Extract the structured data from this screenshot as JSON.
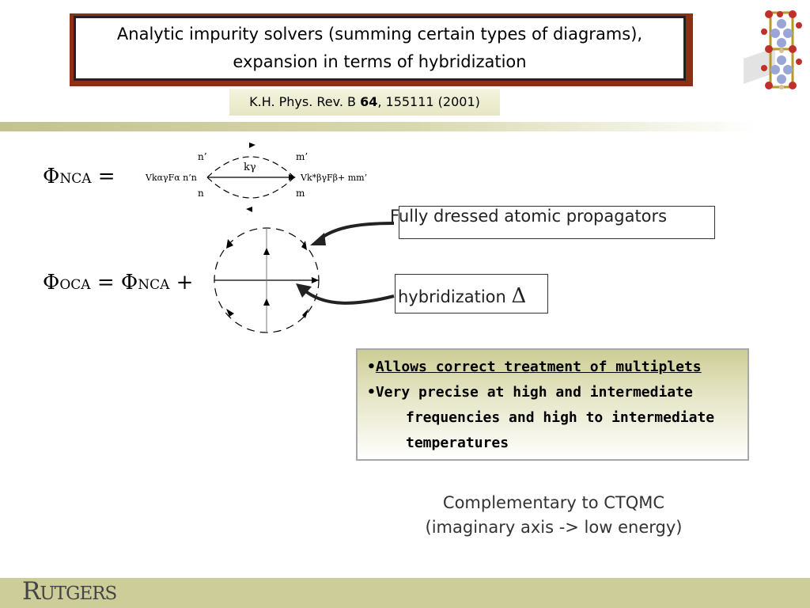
{
  "header": {
    "title_line1": "Analytic impurity solvers (summing certain types of diagrams),",
    "title_line2": "expansion in terms of hybridization",
    "ref_prefix": "K.H. Phys. Rev. B ",
    "ref_volume": "64",
    "ref_suffix": ", 155111 (2001)"
  },
  "equations": {
    "phi": "Φ",
    "nca_sub": "NCA",
    "eq_sign": " =",
    "oca_sub": "OCA",
    "eq_plus": " +"
  },
  "nca_diagram": {
    "n_prime": "n’",
    "m_prime": "m’",
    "n": "n",
    "m": "m",
    "k_gamma": "kγ",
    "left_vertex": "VkαγFα n’n",
    "right_vertex": "Vk*βγFβ+ mm’"
  },
  "labels": {
    "propagators": "Fully dressed atomic propagators",
    "hybridization": "hybridization",
    "delta": "Δ"
  },
  "infobox": {
    "bullet": "•",
    "item1": "Allows correct treatment of multiplets",
    "item2_line1": "Very precise at high and intermediate",
    "item2_line2": "frequencies and high to intermediate",
    "item2_line3": "temperatures"
  },
  "note": {
    "line1": "Complementary to CTQMC",
    "line2": "(imaginary axis -> low energy)"
  },
  "footer": {
    "logo_R": "R",
    "logo_rest": "UTGERS"
  },
  "colors": {
    "title_shadow": "#8c2f14",
    "band": "#c2c28e",
    "footer": "#cdcd99",
    "infobox_border": "#a8a8a8"
  }
}
